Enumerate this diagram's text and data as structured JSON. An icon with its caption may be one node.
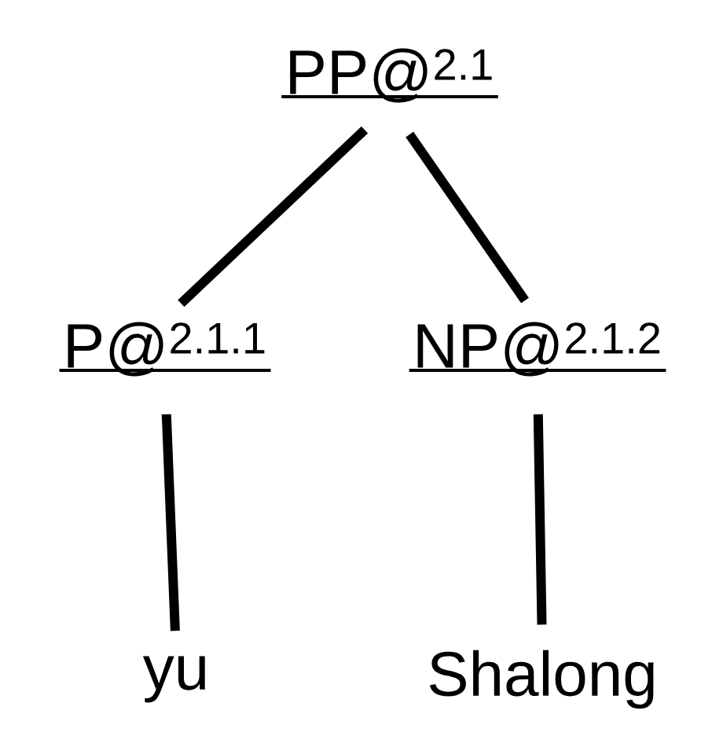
{
  "diagram": {
    "nodes": [
      {
        "text": [
          "PP@$^{2.1}$"
        ]
      },
      {
        "text": [
          "P@$^{2.1.1}$"
        ]
      },
      {
        "text": [
          "NP@$^{2.1.2}$"
        ]
      },
      {
        "text": [
          "yu"
        ]
      },
      {
        "text": [
          "Shalong"
        ]
      }
    ],
    "edges": [
      {
        "from": 0,
        "to": 1,
        "arrow": "none"
      },
      {
        "from": 0,
        "to": 2,
        "arrow": "none"
      },
      {
        "from": 1,
        "to": 3,
        "arrow": "none"
      },
      {
        "from": 2,
        "to": 4,
        "arrow": "none"
      }
    ]
  }
}
